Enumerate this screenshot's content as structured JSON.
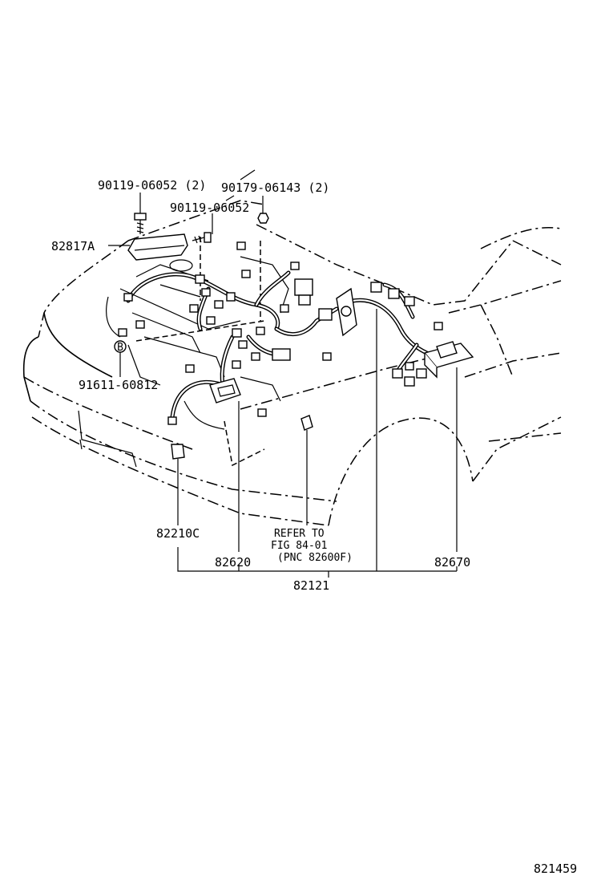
{
  "diagram": {
    "part_labels": {
      "p_90119_06052_2": "90119-06052 (2)",
      "p_90179_06143_2": "90179-06143 (2)",
      "p_90119_06052": "90119-06052",
      "p_82817A": "82817A",
      "p_91611_60812": "91611-60812",
      "p_82210C": "82210C",
      "p_82620": "82620",
      "p_82670": "82670",
      "p_82121": "82121",
      "refer_line1": "REFER TO",
      "refer_line2": "FIG 84-01",
      "refer_line3": "(PNC 82600F)",
      "callout_b": "B"
    },
    "figure_number": "821459"
  }
}
